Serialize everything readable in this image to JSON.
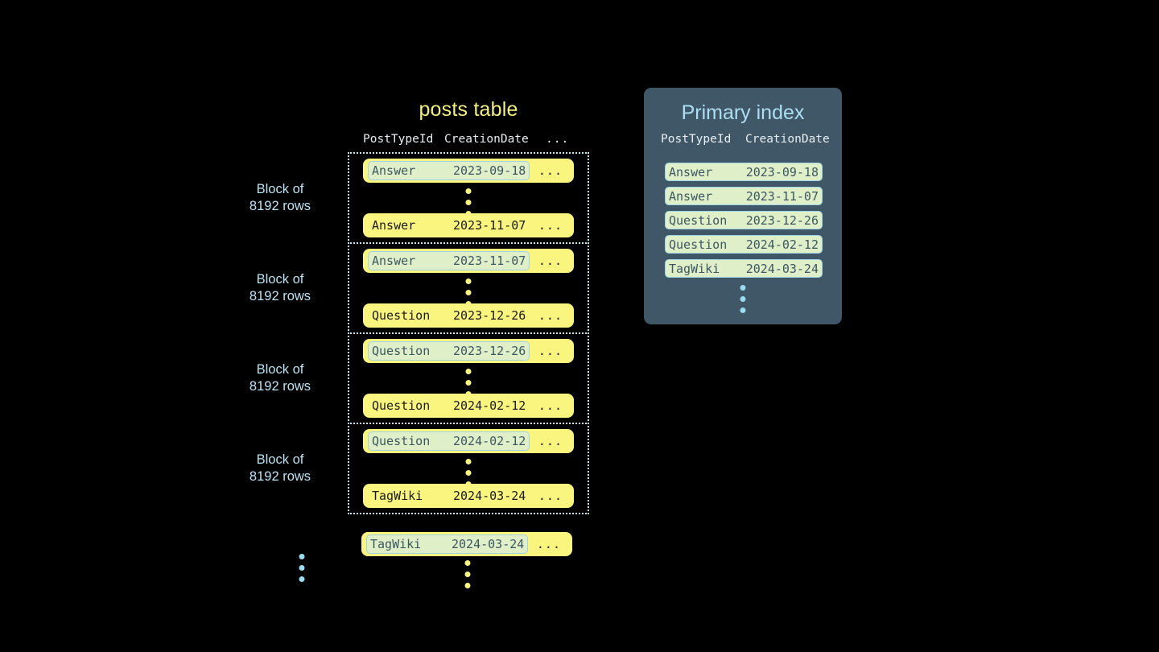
{
  "background": "#000000",
  "colors": {
    "row_yellow": "#faf57e",
    "highlight_fill": "#dff0c8",
    "highlight_border": "#9fd4e8",
    "highlight_text": "#3d5663",
    "panel_bg": "#3f5766",
    "accent_blue": "#b9e3f2",
    "title_yellow": "#f3ef7d",
    "block_border": "#c6e6f1"
  },
  "posts_table": {
    "title": "posts table",
    "columns": {
      "type": "PostTypeId",
      "date": "CreationDate",
      "more": "..."
    },
    "row_ellipsis": "...",
    "block_label": "Block of\n8192 rows",
    "blocks": [
      {
        "label": "Block of\n8192 rows",
        "first_row": {
          "type": "Answer",
          "date": "2023-09-18",
          "more": "...",
          "highlighted": true
        },
        "last_row": {
          "type": "Answer",
          "date": "2023-11-07",
          "more": "...",
          "highlighted": false
        }
      },
      {
        "label": "Block of\n8192 rows",
        "first_row": {
          "type": "Answer",
          "date": "2023-11-07",
          "more": "...",
          "highlighted": true
        },
        "last_row": {
          "type": "Question",
          "date": "2023-12-26",
          "more": "...",
          "highlighted": false
        }
      },
      {
        "label": "Block of\n8192 rows",
        "first_row": {
          "type": "Question",
          "date": "2023-12-26",
          "more": "...",
          "highlighted": true
        },
        "last_row": {
          "type": "Question",
          "date": "2024-02-12",
          "more": "...",
          "highlighted": false
        }
      },
      {
        "label": "Block of\n8192 rows",
        "first_row": {
          "type": "Question",
          "date": "2024-02-12",
          "more": "...",
          "highlighted": true
        },
        "last_row": {
          "type": "TagWiki",
          "date": "2024-03-24",
          "more": "...",
          "highlighted": false
        }
      }
    ],
    "trailing_row": {
      "type": "TagWiki",
      "date": "2024-03-24",
      "more": "...",
      "highlighted": true
    }
  },
  "primary_index": {
    "title": "Primary index",
    "columns": {
      "type": "PostTypeId",
      "date": "CreationDate"
    },
    "rows": [
      {
        "type": "Answer",
        "date": "2023-09-18"
      },
      {
        "type": "Answer",
        "date": "2023-11-07"
      },
      {
        "type": "Question",
        "date": "2023-12-26"
      },
      {
        "type": "Question",
        "date": "2024-02-12"
      },
      {
        "type": "TagWiki",
        "date": "2024-03-24"
      }
    ]
  }
}
